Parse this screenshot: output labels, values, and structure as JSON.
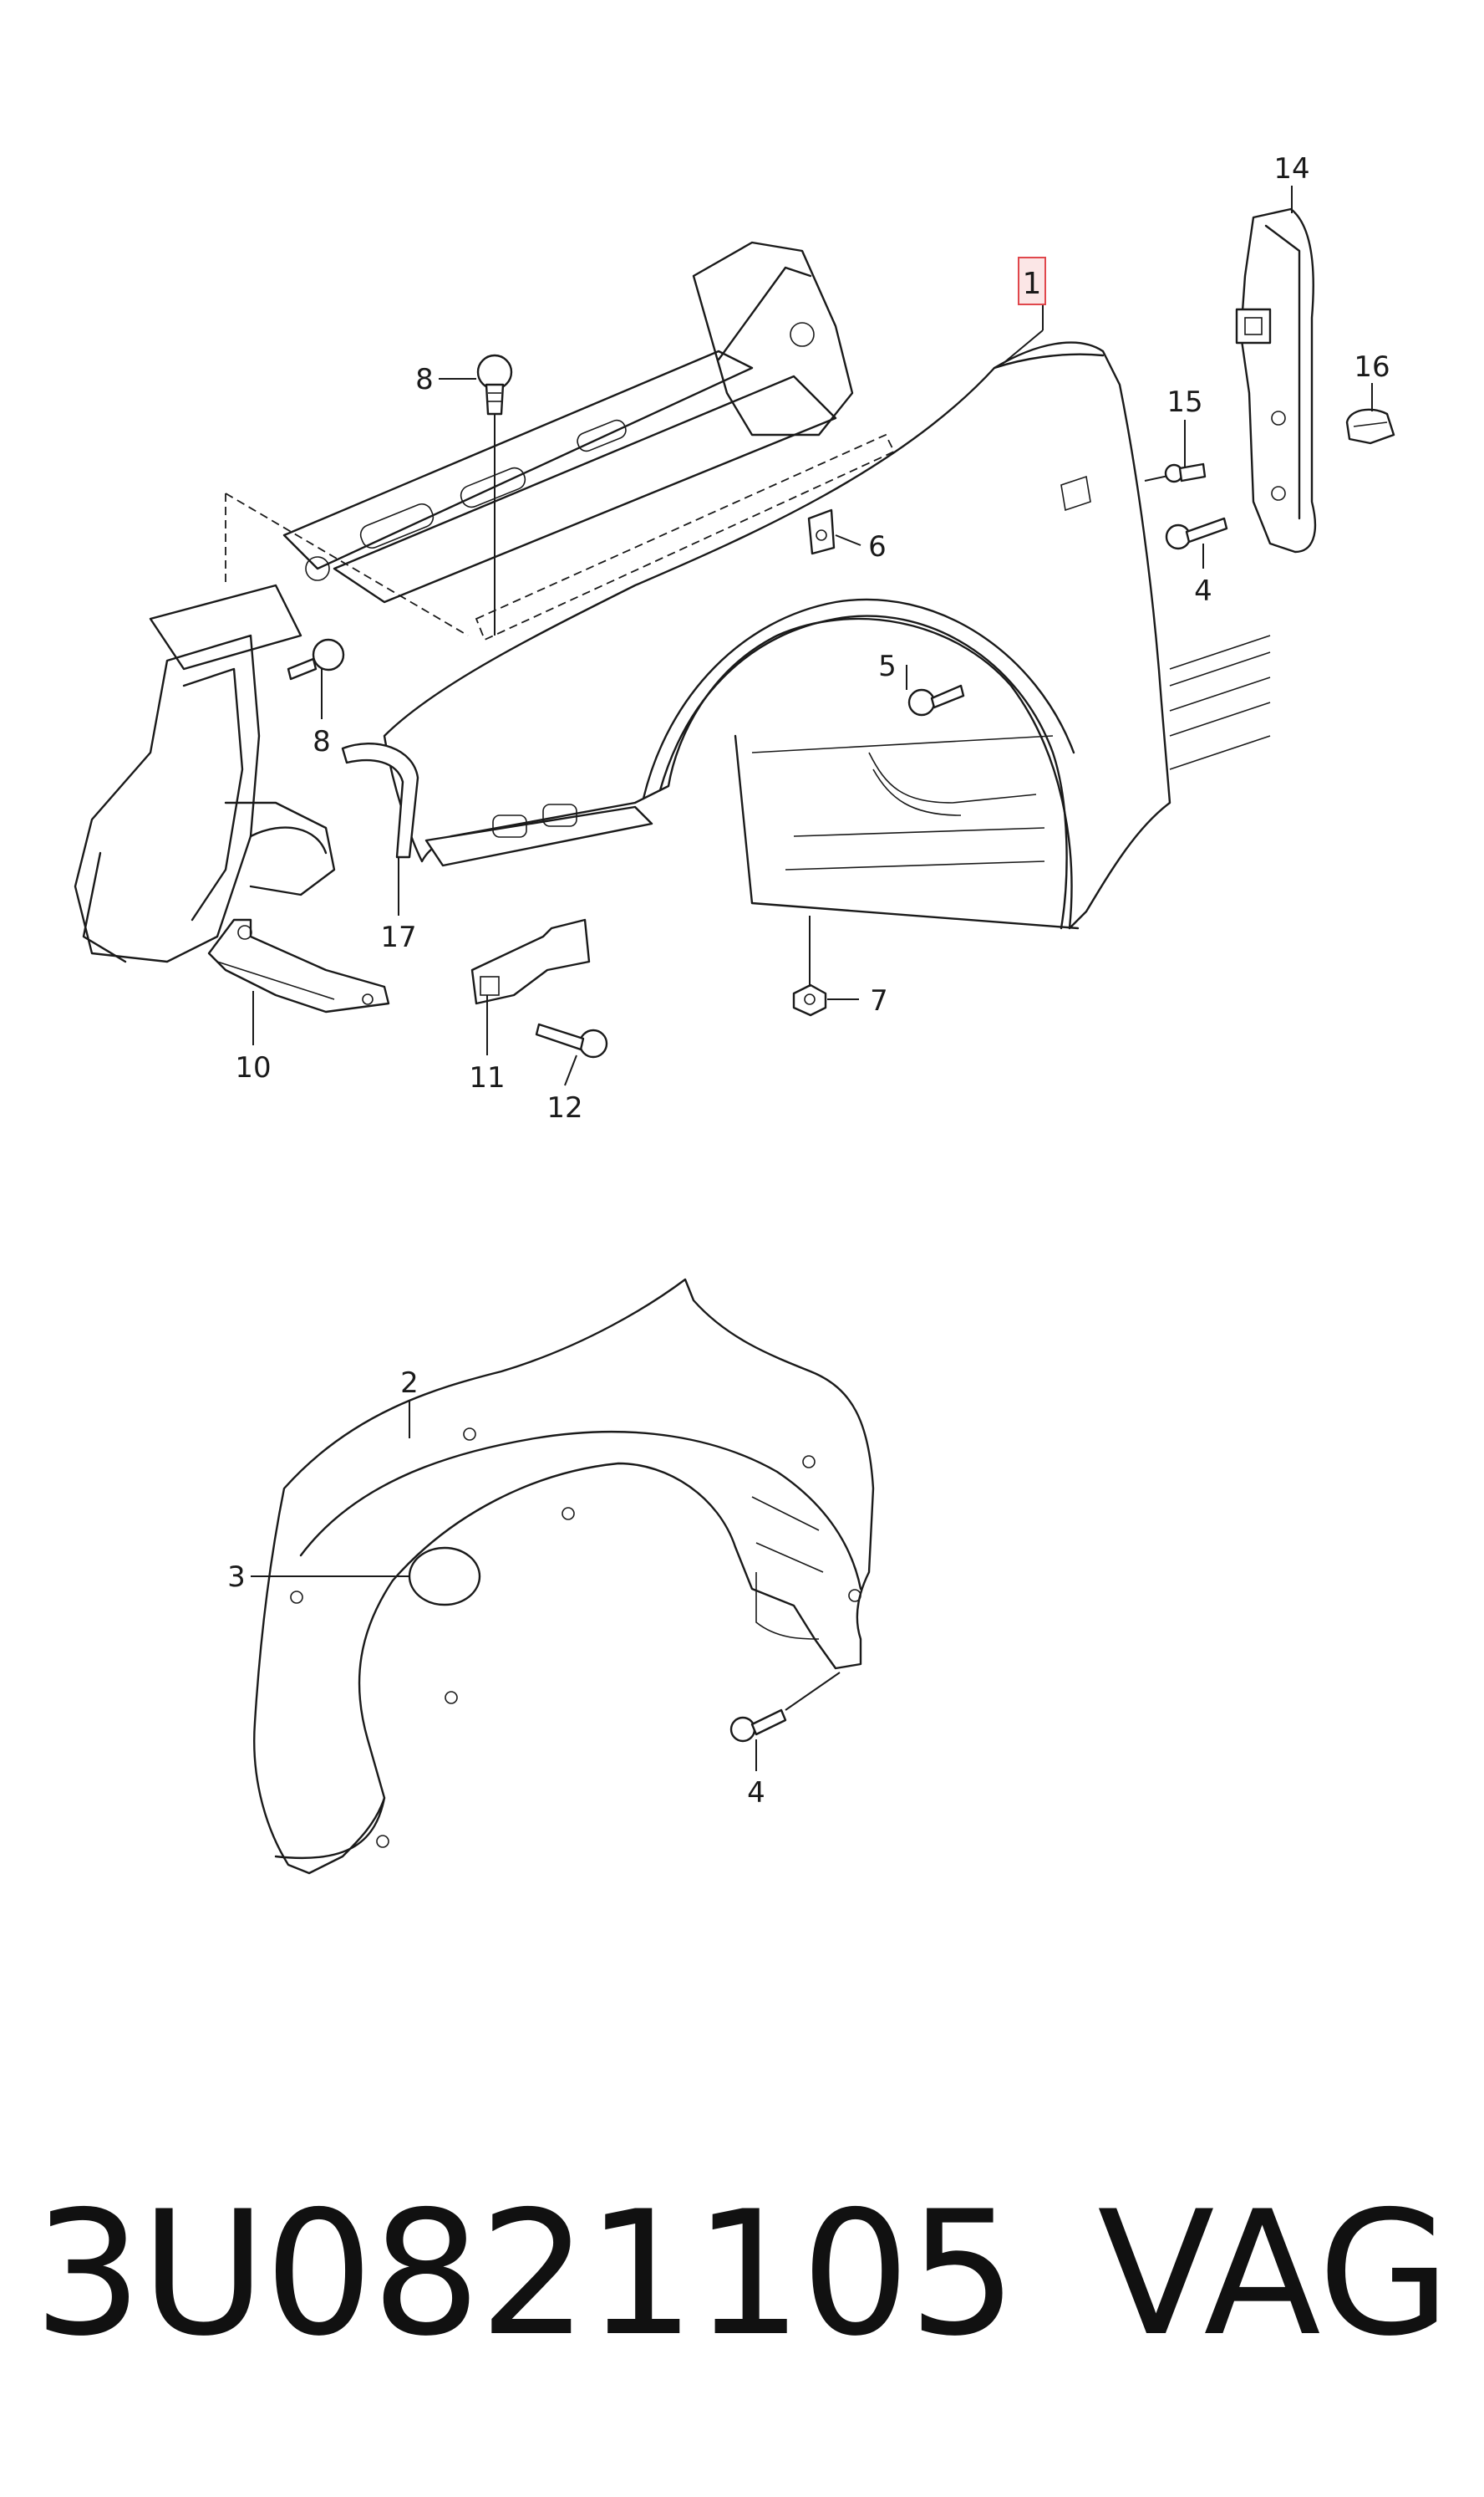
{
  "diagram": {
    "callouts": {
      "c1": "1",
      "c2": "2",
      "c3": "3",
      "c4a": "4",
      "c4b": "4",
      "c5": "5",
      "c6": "6",
      "c7": "7",
      "c8a": "8",
      "c8b": "8",
      "c10": "10",
      "c11": "11",
      "c12": "12",
      "c14": "14",
      "c15": "15",
      "c16": "16",
      "c17": "17"
    },
    "highlight_color": "#e0474c"
  },
  "footer": {
    "part_number": "3U0821105",
    "brand": "VAG"
  }
}
